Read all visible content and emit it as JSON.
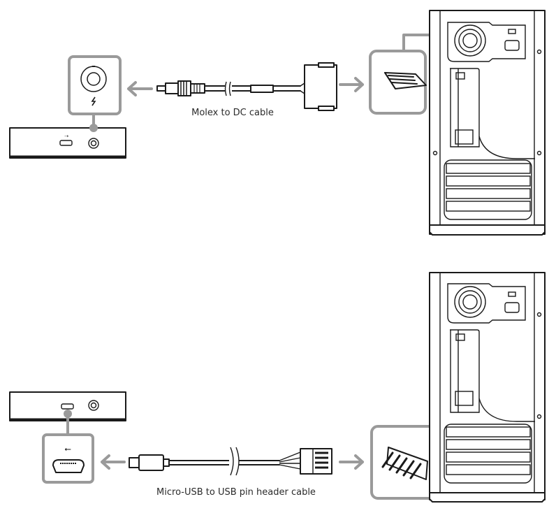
{
  "diagram": {
    "title": "Power and USB connection diagram",
    "steps": [
      {
        "id": "power",
        "caption": "Molex to DC cable",
        "device_port": "DC power input",
        "device_port_icon": "lightning-icon",
        "pc_connector": "Molex 4-pin power connector"
      },
      {
        "id": "usb",
        "caption": "Micro-USB to USB pin header cable",
        "device_port": "Micro-USB port",
        "device_port_icon": "usb-icon",
        "pc_connector": "USB pin header"
      }
    ],
    "colors": {
      "line": "#1a1a1a",
      "callout": "#9a9a9a",
      "background": "#ffffff"
    }
  }
}
